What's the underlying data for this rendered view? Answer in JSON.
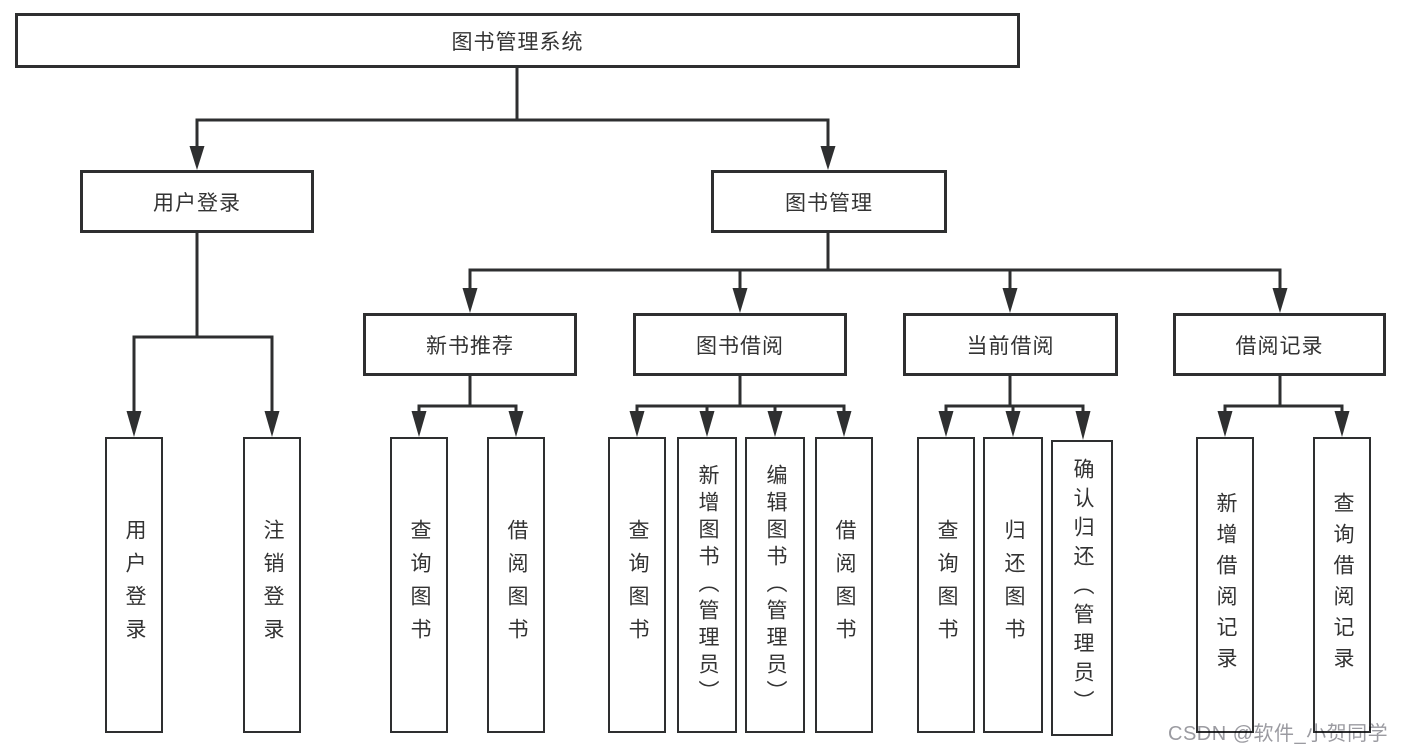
{
  "diagram_title": "图书管理系统",
  "tree": {
    "label": "图书管理系统",
    "children": [
      {
        "label": "用户登录",
        "children": [
          {
            "label": "用户登录"
          },
          {
            "label": "注销登录"
          }
        ]
      },
      {
        "label": "图书管理",
        "children": [
          {
            "label": "新书推荐",
            "children": [
              {
                "label": "查询图书"
              },
              {
                "label": "借阅图书"
              }
            ]
          },
          {
            "label": "图书借阅",
            "children": [
              {
                "label": "查询图书"
              },
              {
                "label": "新增图书（管理员）"
              },
              {
                "label": "编辑图书（管理员）"
              },
              {
                "label": "借阅图书"
              }
            ]
          },
          {
            "label": "当前借阅",
            "children": [
              {
                "label": "查询图书"
              },
              {
                "label": "归还图书"
              },
              {
                "label": "确认归还（管理员）"
              }
            ]
          },
          {
            "label": "借阅记录",
            "children": [
              {
                "label": "新增借阅记录"
              },
              {
                "label": "查询借阅记录"
              }
            ]
          }
        ]
      }
    ]
  },
  "watermark": {
    "text": "CSDN @软件_小贺同学"
  },
  "colors": {
    "line": "#2e2f30",
    "text": "#333333",
    "background": "#ffffff",
    "watermark": "#9b9ba1"
  }
}
